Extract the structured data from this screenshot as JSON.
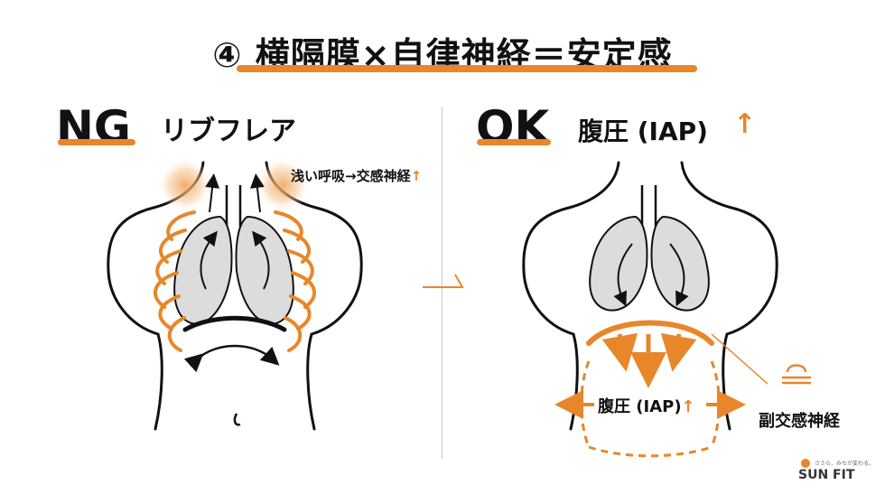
{
  "title": "④ 横隔膜×自律神経＝安定感",
  "ng": {
    "label": "NG",
    "subtitle": "リブフレア",
    "note_text": "浅い呼吸→交感神経",
    "note_arrow": "↑"
  },
  "ok": {
    "label": "OK",
    "subtitle": "腹圧 (IAP)",
    "subtitle_arrow": "↑",
    "iap_text": "腹圧 (IAP)",
    "iap_arrow": "↑",
    "parasympathetic": "副交感神経"
  },
  "logo": {
    "name": "SUN FIT",
    "tagline": "ささら、みちが変わる。"
  },
  "colors": {
    "accent": "#e8862a",
    "lung_fill": "#dcdcdc",
    "outline": "#111111"
  }
}
